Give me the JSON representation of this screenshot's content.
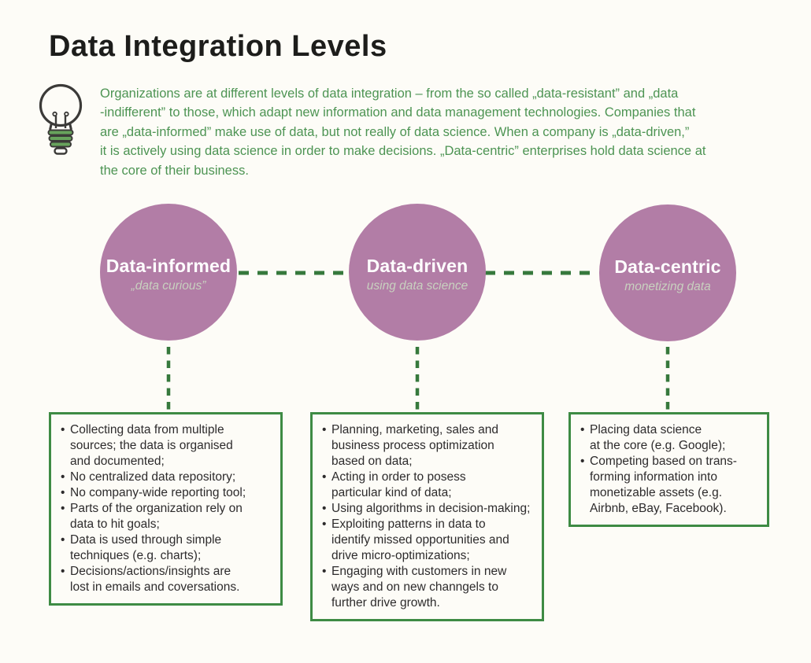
{
  "title": "Data Integration Levels",
  "icons": {
    "intro": "lightbulb-icon"
  },
  "colors": {
    "background": "#fdfcf7",
    "title_text": "#1d1d1b",
    "intro_text_green": "#4d9453",
    "circle_fill": "#b27da6",
    "circle_name_text": "#ffffff",
    "circle_tagline_text": "#c8d1bf",
    "connector_dash_green": "#36793c",
    "box_border_green": "#3e8b44",
    "bullet_text": "#2d2b2c",
    "bulb_outline": "#3b3a38",
    "bulb_stripe_fill": "#67a35c"
  },
  "intro": {
    "lines": [
      "Organizations are at different levels of data integration – from the so called „data-resistant” and „data",
      "-indifferent” to those, which adapt new information and data management technologies. Companies that",
      "are „data-informed” make use of data, but not really of data science. When a company is „data-driven,”",
      "it is actively using data science in order to make decisions. „Data-centric” enterprises hold data science at",
      "the core of their business."
    ]
  },
  "levels": [
    {
      "name": "Data-informed",
      "tagline": "„data curious”",
      "bullets": [
        "Collecting data from multiple\nsources; the data is organised\nand documented;",
        "No centralized data repository;",
        "No company-wide reporting tool;",
        "Parts of the organization rely on\ndata to hit goals;",
        "Data is used through simple\ntechniques (e.g. charts);",
        "Decisions/actions/insights are\nlost in emails and coversations."
      ]
    },
    {
      "name": "Data-driven",
      "tagline": "using data science",
      "bullets": [
        "Planning, marketing, sales and\nbusiness process optimization\nbased on data;",
        "Acting in order to posess\nparticular kind of data;",
        "Using algorithms in decision-making;",
        "Exploiting patterns in data to\nidentify missed opportunities and\ndrive micro-optimizations;",
        "Engaging with customers in new\nways and on new channgels to\nfurther drive growth."
      ]
    },
    {
      "name": "Data-centric",
      "tagline": "monetizing data",
      "bullets": [
        "Placing data science\nat the core (e.g. Google);",
        "Competing based on trans-\nforming information into\nmonetizable assets (e.g.\nAirbnb, eBay, Facebook)."
      ]
    }
  ]
}
